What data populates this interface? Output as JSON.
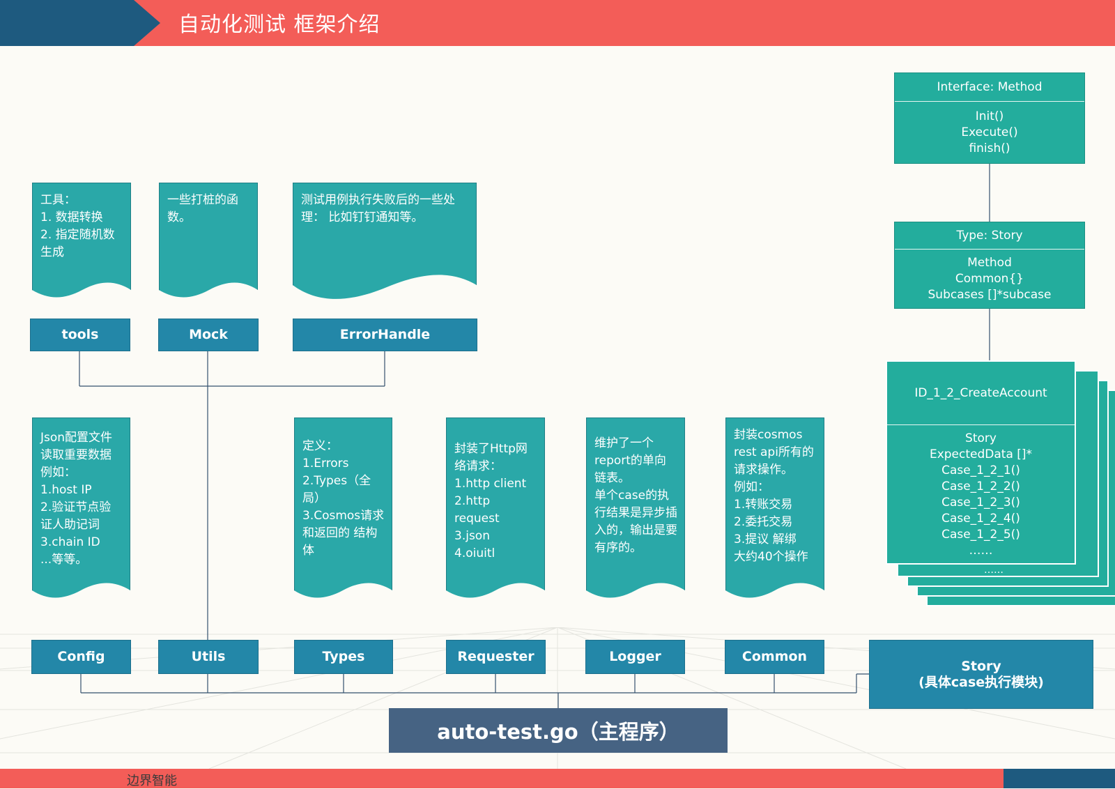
{
  "title": "自动化测试 框架介绍",
  "footer": "边界智能",
  "docs": {
    "tools": "工具：\n1. 数据转换\n2. 指定随机数生成",
    "mock": "一些打桩的函数。",
    "error": "测试用例执行失败后的一些处理： 比如钉钉通知等。",
    "config": "Json配置文件读取重要数据\n例如：\n1.host IP\n2.验证节点验证人助记词\n3.chain ID\n...等等。",
    "types": "定义：\n1.Errors\n2.Types（全局）\n3.Cosmos请求和返回的 结构体",
    "requester": "封装了Http网络请求：\n1.http client\n2.http request\n3.json\n4.oiuitl",
    "logger": "维护了一个report的单向链表。\n单个case的执行结果是异步插入的，输出是要有序的。",
    "common": "封装cosmos rest api所有的请求操作。\n例如：\n1.转账交易\n2.委托交易\n3.提议 解绑\n大约40个操作"
  },
  "modules": {
    "tools": "tools",
    "mock": "Mock",
    "error": "ErrorHandle",
    "config": "Config",
    "utils": "Utils",
    "types": "Types",
    "requester": "Requester",
    "logger": "Logger",
    "common": "Common",
    "story": "Story\n(具体case执行模块)"
  },
  "main": "auto-test.go（主程序）",
  "interface": {
    "header": "Interface: Method",
    "body": "Init()\nExecute()\nfinish()"
  },
  "type_story": {
    "header": "Type: Story",
    "body": "Method\nCommon{}\nSubcases []*subcase"
  },
  "case_card": {
    "header": "ID_1_2_CreateAccount",
    "body": "Story\nExpectedData []*\nCase_1_2_1()\nCase_1_2_2()\nCase_1_2_3()\nCase_1_2_4()\nCase_1_2_5()\n……"
  },
  "stack_ellipsis": "……",
  "colors": {
    "header": "#f35d58",
    "header_tab": "#1e5a7f",
    "doc": "#2aa8a8",
    "module": "#2387a8",
    "uml": "#23ad9d",
    "main": "#466383"
  }
}
